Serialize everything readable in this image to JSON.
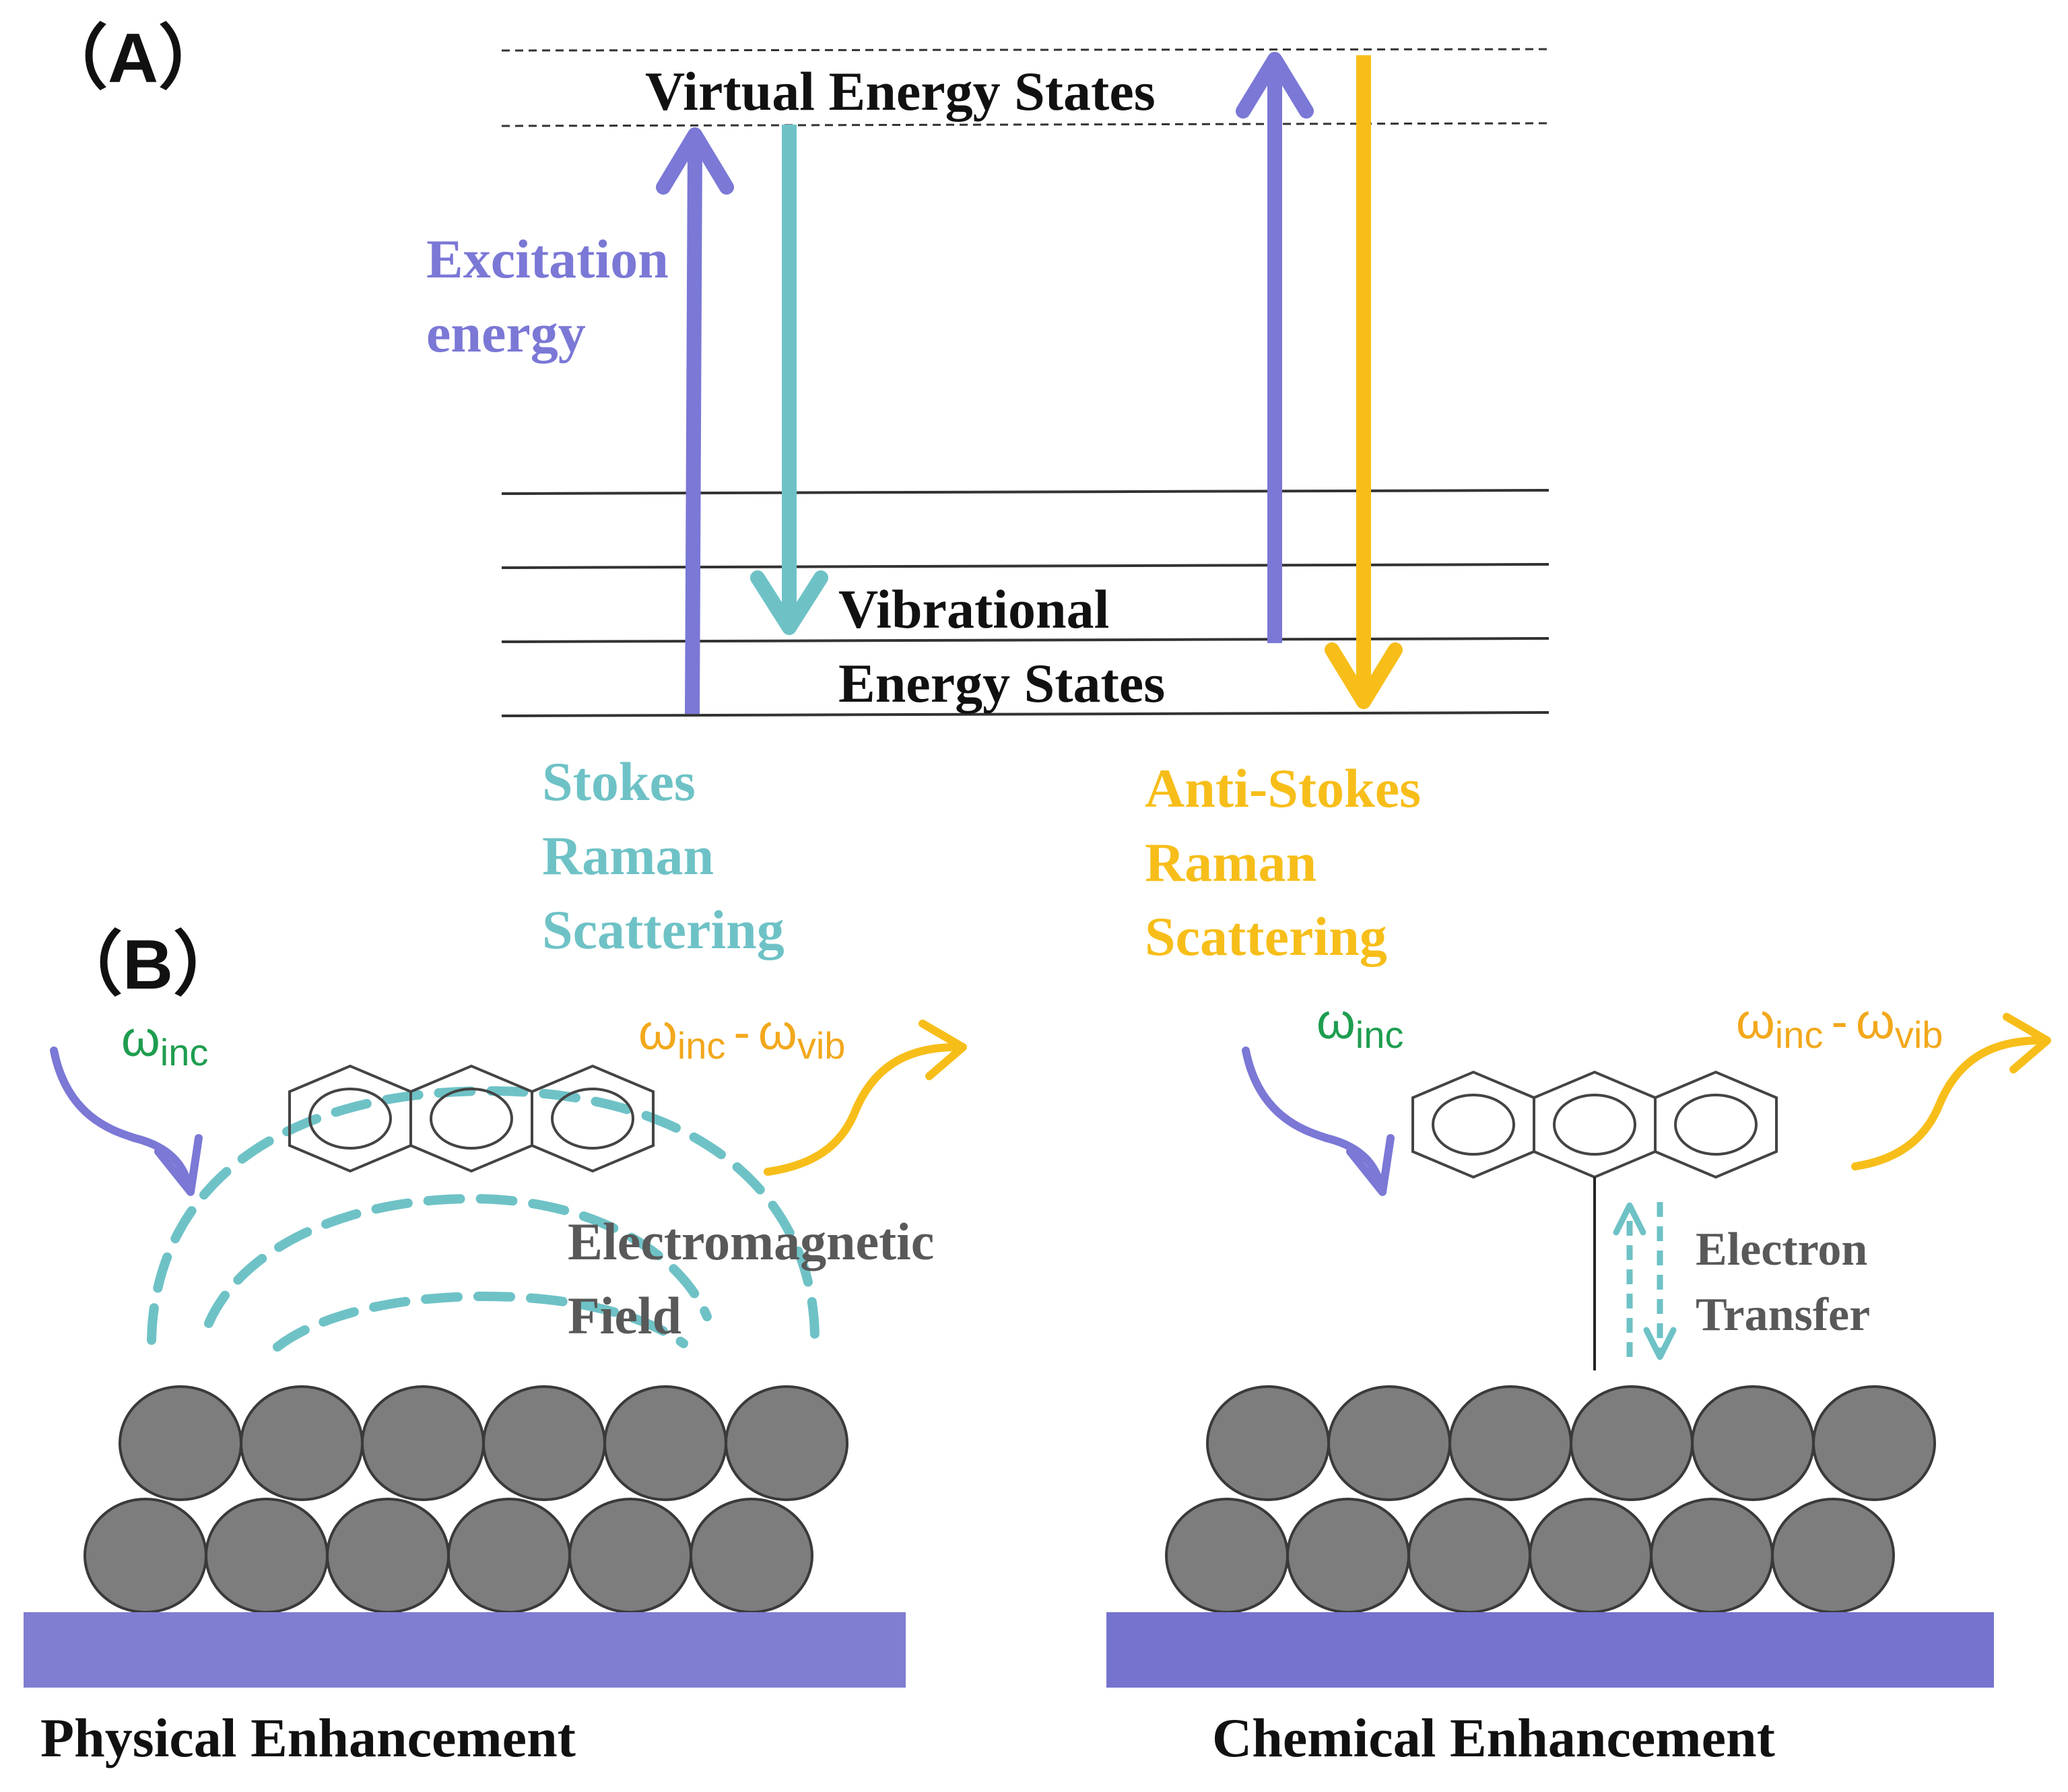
{
  "panel_a": {
    "label": "（A）",
    "virtual_states_label": "Virtual Energy States",
    "excitation_label": [
      "Excitation",
      "energy"
    ],
    "vibrational_label": [
      "Vibrational",
      "Energy States"
    ],
    "stokes_label": [
      "Stokes",
      "Raman",
      "Scattering"
    ],
    "anti_stokes_label": [
      "Anti-Stokes",
      "Raman",
      "Scattering"
    ]
  },
  "panel_b": {
    "label": "（B）",
    "left": {
      "incident": {
        "symbol": "ω",
        "sub": "inc"
      },
      "scattered": {
        "symbol1": "ω",
        "sub1": "inc",
        "dash": "-",
        "symbol2": "ω",
        "sub2": "vib"
      },
      "field_label": [
        "Electromagnetic",
        "Field"
      ],
      "caption": "Physical Enhancement"
    },
    "right": {
      "incident": {
        "symbol": "ω",
        "sub": "inc"
      },
      "scattered": {
        "symbol1": "ω",
        "sub1": "inc",
        "dash": "-",
        "symbol2": "ω",
        "sub2": "vib"
      },
      "transfer_label": [
        "Electron",
        "Transfer"
      ],
      "caption": "Chemical Enhancement"
    }
  },
  "colors": {
    "excitation": "#7B78D6",
    "stokes": "#6EC2C6",
    "anti_stokes": "#F7BE1A",
    "omega_inc": "#1E9D4F",
    "omega_scattered": "#F2A81C",
    "nanoparticle": "#7D7D7D",
    "substrate_left": "#807ED1",
    "substrate_right": "#7573CE",
    "gray_text": "#595959",
    "black": "#111111"
  }
}
